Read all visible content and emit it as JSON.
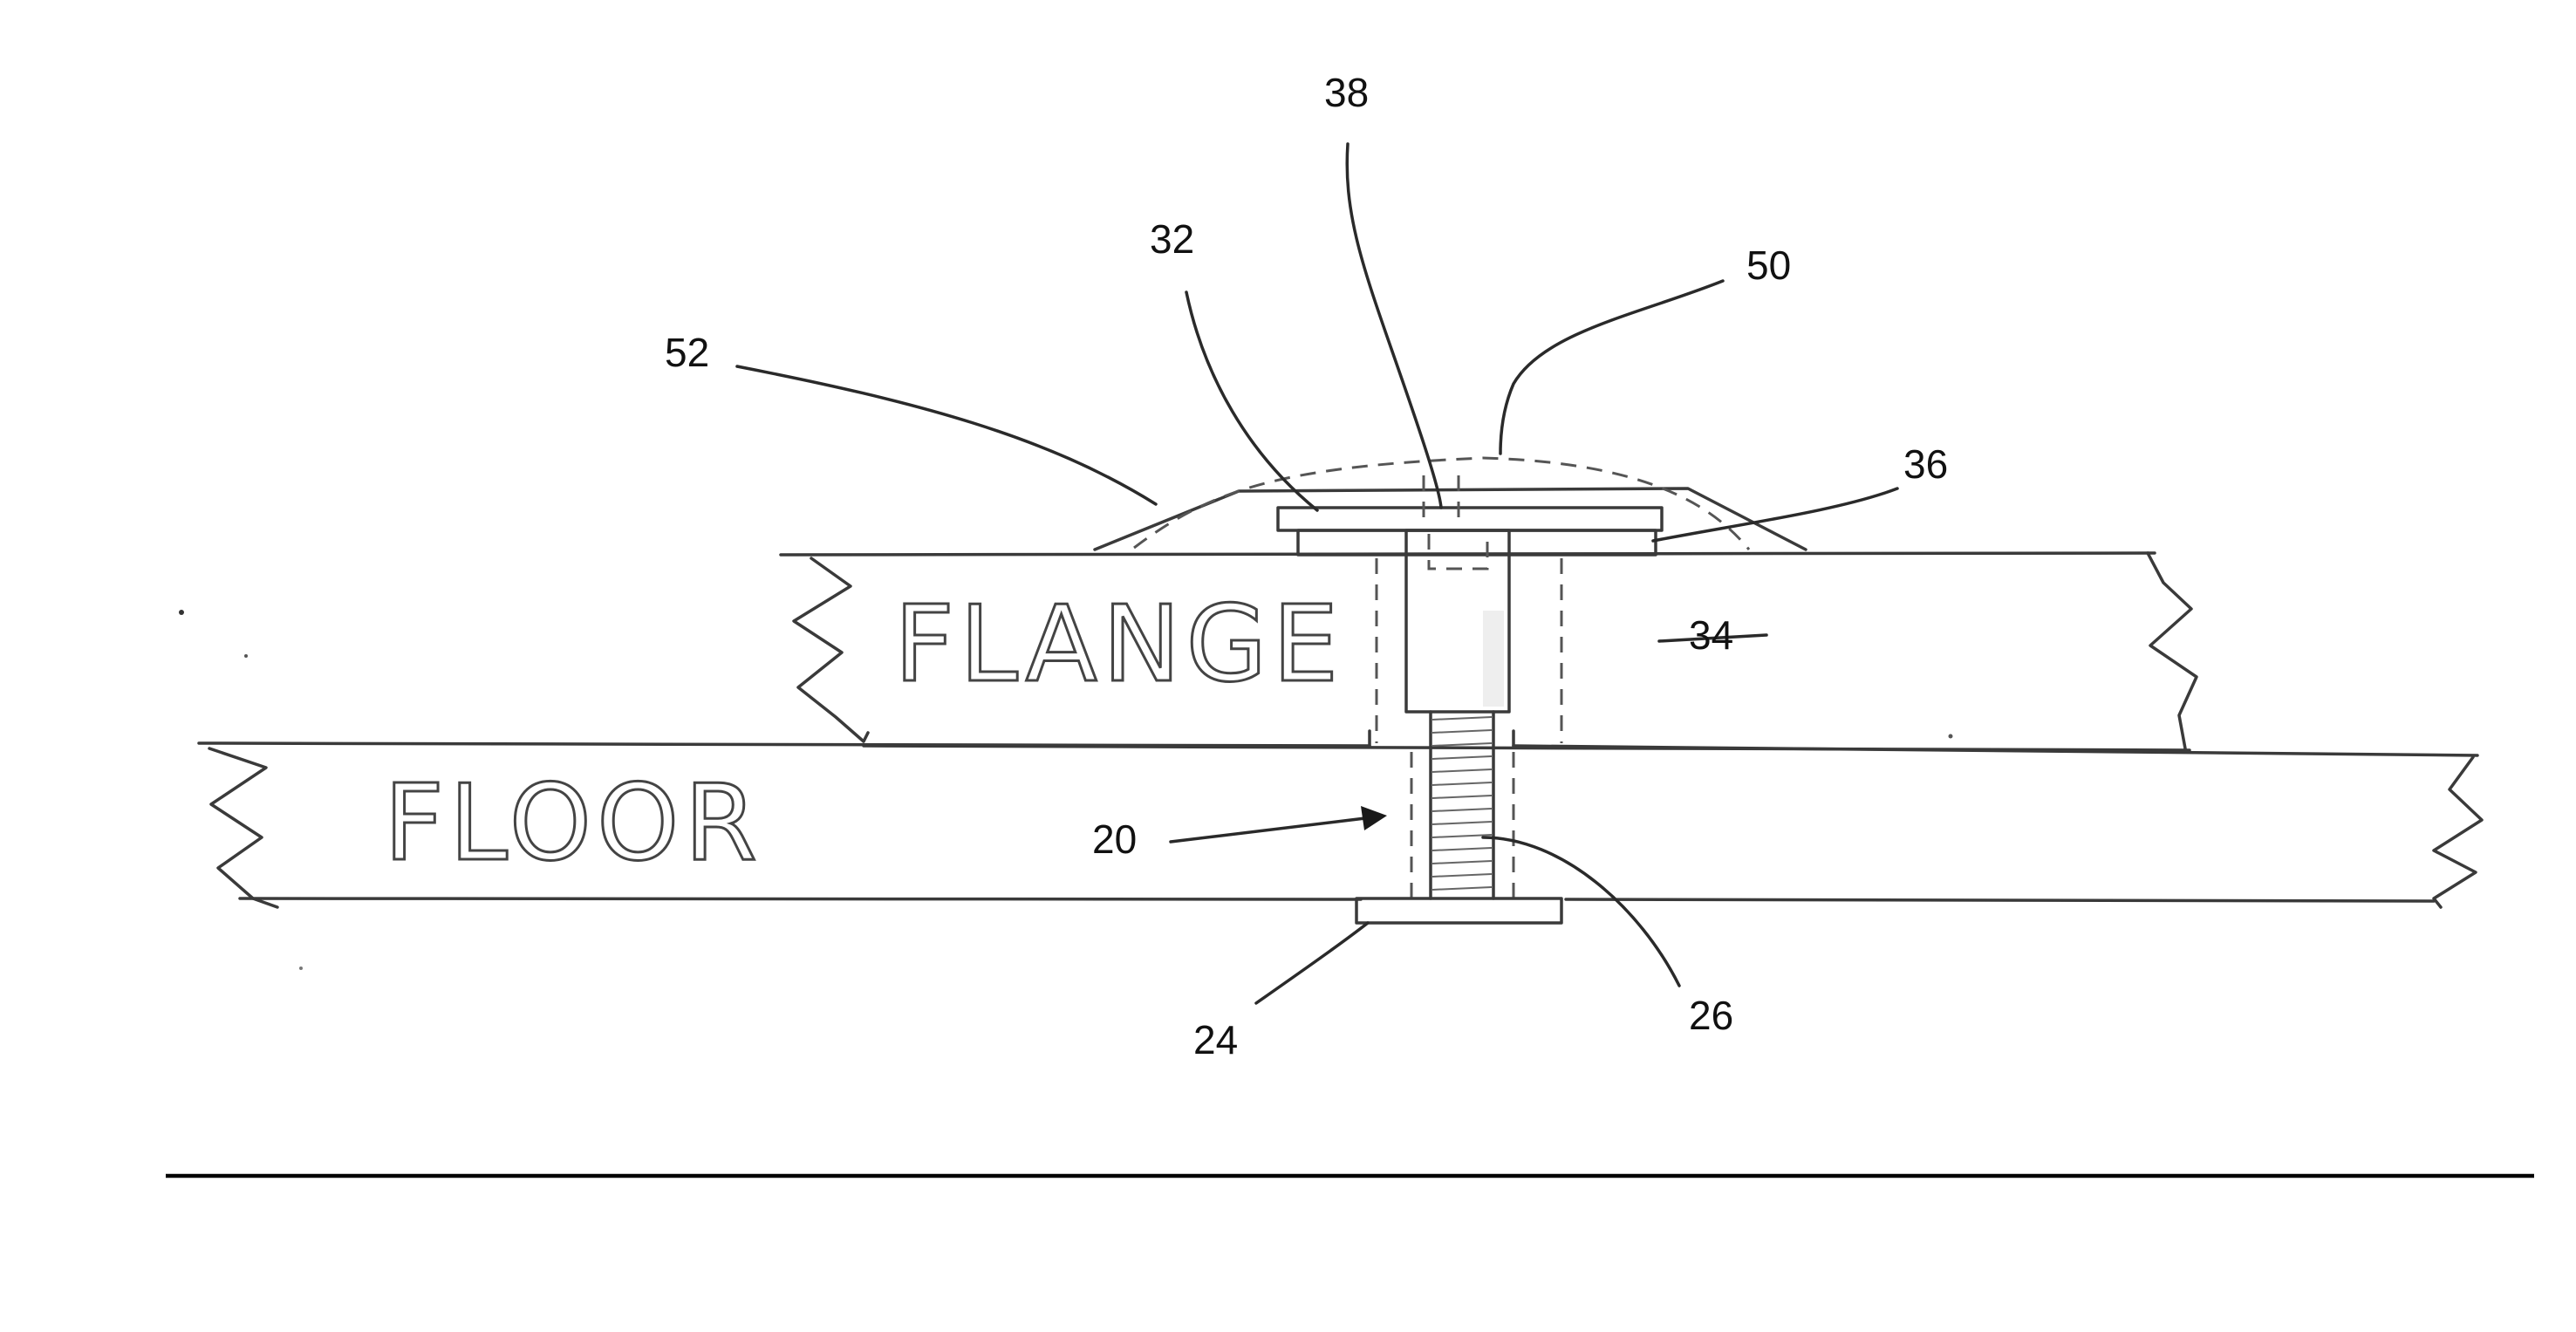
{
  "figure": {
    "region_labels": {
      "flange": "FLANGE",
      "floor": "FLOOR"
    },
    "reference_numerals": {
      "n38": "38",
      "n32": "32",
      "n50": "50",
      "n52": "52",
      "n36": "36",
      "n34": "34",
      "n20": "20",
      "n26": "26",
      "n24": "24"
    }
  }
}
